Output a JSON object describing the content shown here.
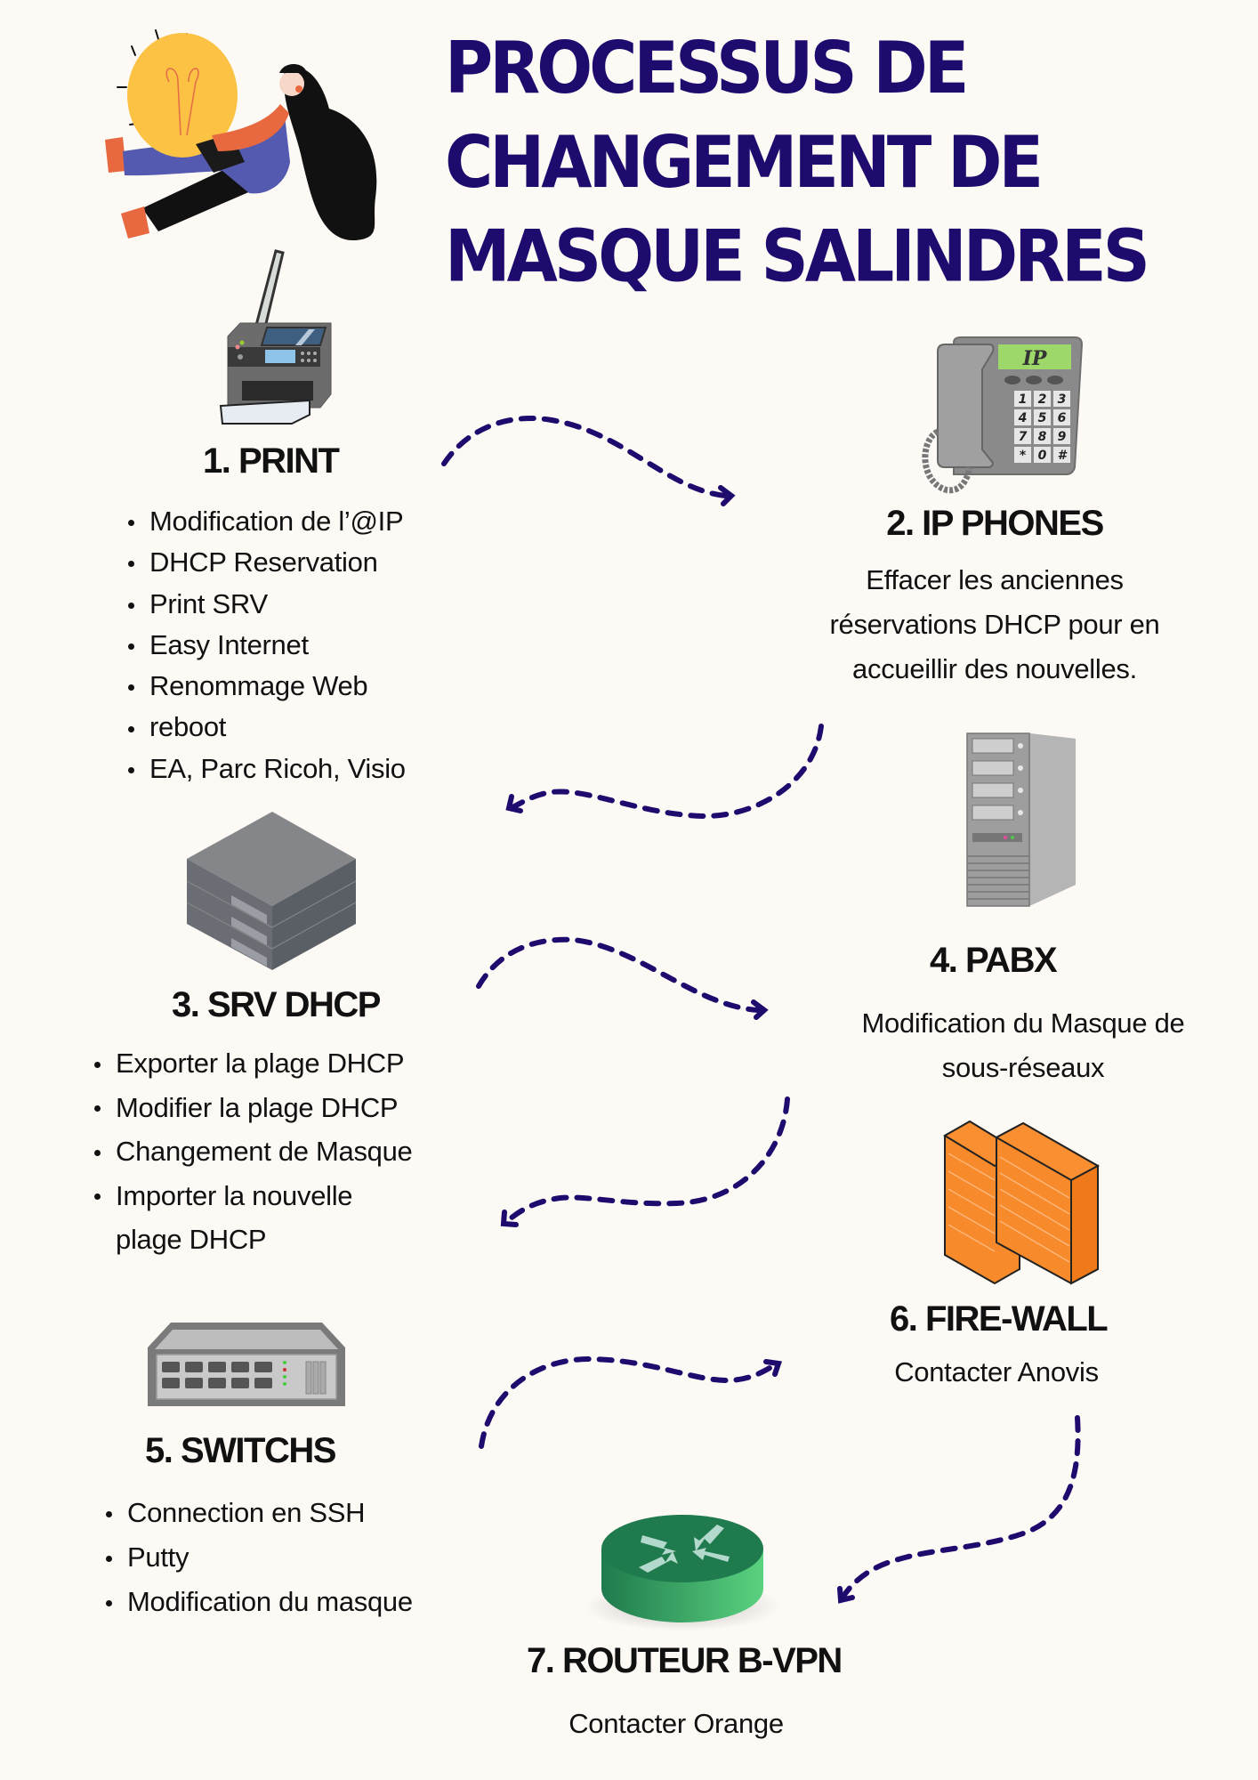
{
  "title": {
    "lines": [
      "PROCESSUS DE",
      "CHANGEMENT DE",
      "MASQUE SALINDRES"
    ]
  },
  "colors": {
    "accent": "#1f0a6e",
    "background": "#fdf9f5",
    "text": "#111111",
    "bulb": "#fbc244",
    "firewall": "#f78a2a",
    "router": "#2e9a5a"
  },
  "steps": [
    {
      "heading": "1. PRINT",
      "icon": "printer-icon",
      "items": [
        "Modification de l’@IP",
        "DHCP Reservation",
        "Print SRV",
        "Easy Internet",
        "Renommage Web",
        "reboot",
        "EA, Parc Ricoh, Visio"
      ]
    },
    {
      "heading": "2. IP PHONES",
      "icon": "ip-phone-icon",
      "screen_label": "IP",
      "keypad": [
        "1",
        "2",
        "3",
        "4",
        "5",
        "6",
        "7",
        "8",
        "9",
        "*",
        "0",
        "#"
      ],
      "description_lines": [
        "Effacer les anciennes",
        "réservations DHCP pour en",
        "accueillir des nouvelles."
      ]
    },
    {
      "heading": "3. SRV DHCP",
      "icon": "server-stack-icon",
      "items": [
        "Exporter la plage DHCP",
        "Modifier la plage DHCP",
        "Changement de Masque",
        "Importer la nouvelle",
        "plage DHCP"
      ]
    },
    {
      "heading": "4. PABX",
      "icon": "tower-server-icon",
      "description_lines": [
        "Modification du Masque de",
        "sous-réseaux"
      ]
    },
    {
      "heading": "5. SWITCHS",
      "icon": "network-switch-icon",
      "items": [
        "Connection en SSH",
        "Putty",
        "Modification du masque"
      ]
    },
    {
      "heading": "6. FIRE-WALL",
      "icon": "firewall-icon",
      "description_lines": [
        "Contacter Anovis"
      ]
    },
    {
      "heading": "7. ROUTEUR B-VPN",
      "icon": "router-icon",
      "description_lines": [
        "Contacter Orange"
      ]
    }
  ]
}
